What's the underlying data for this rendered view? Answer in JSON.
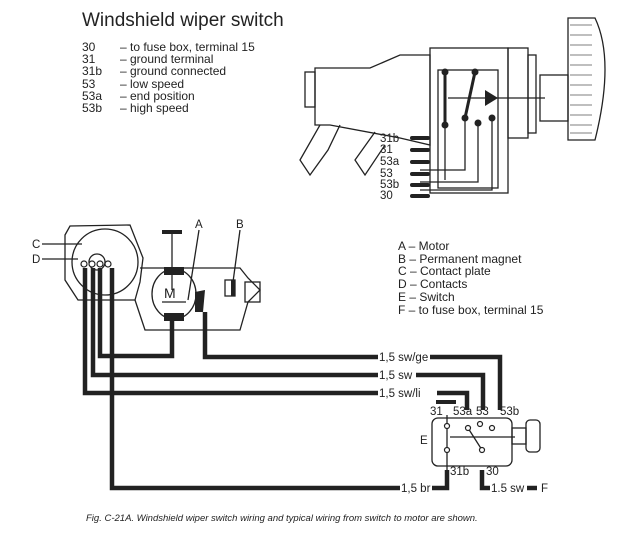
{
  "title": "Windshield wiper switch",
  "terminal_legend": [
    {
      "code": "30",
      "desc": "– to fuse box, terminal 15"
    },
    {
      "code": "31",
      "desc": "– ground terminal"
    },
    {
      "code": "31b",
      "desc": "– ground connected"
    },
    {
      "code": "53",
      "desc": "– low speed"
    },
    {
      "code": "53a",
      "desc": "– end position"
    },
    {
      "code": "53b",
      "desc": "– high speed"
    }
  ],
  "switch_pins": [
    "31b",
    "31",
    "53a",
    "53",
    "53b",
    "30"
  ],
  "parts_legend": [
    "A – Motor",
    "B – Permanent magnet",
    "C – Contact plate",
    "D – Contacts",
    "E – Switch",
    "F – to fuse box, terminal 15"
  ],
  "callouts": {
    "a": "A",
    "b": "B",
    "c": "C",
    "d": "D",
    "e": "E",
    "f": "F",
    "motor": "M"
  },
  "wires": {
    "sw_ge": "1,5 sw/ge",
    "sw": "1,5 sw",
    "sw_li": "1,5 sw/li",
    "br": "1,5 br",
    "sw_f": "1.5 sw"
  },
  "switch_terminals": {
    "t31": "31",
    "t53a": "53a",
    "t53": "53",
    "t53b": "53b",
    "t31b": "31b",
    "t30": "30"
  },
  "caption": "Fig. C-21A. Windshield wiper switch wiring and typical wiring from switch to motor are shown."
}
